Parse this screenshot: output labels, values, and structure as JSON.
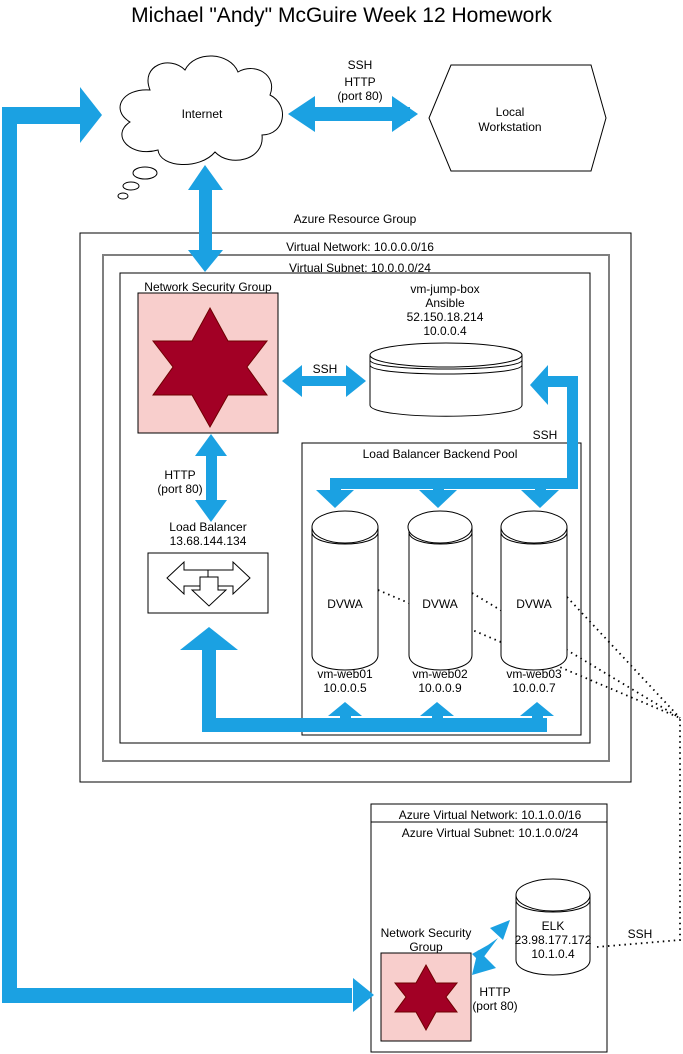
{
  "title": "Michael \"Andy\" McGuire Week 12 Homework",
  "internet": {
    "label": "Internet"
  },
  "workstation": {
    "label_line1": "Local",
    "label_line2": "Workstation"
  },
  "internet_link": {
    "line1": "SSH",
    "line2": "HTTP",
    "line3": "(port 80)"
  },
  "resource_group": {
    "label": "Azure Resource Group"
  },
  "vnet": {
    "label": "Virtual Network: 10.0.0.0/16"
  },
  "subnet": {
    "label": "Virtual Subnet: 10.0.0.0/24"
  },
  "nsg": {
    "label": "Network Security Group"
  },
  "jumpbox": {
    "line1": "vm-jump-box",
    "line2": "Ansible",
    "line3": "52.150.18.214",
    "line4": "10.0.0.4"
  },
  "nsg_jump_link": {
    "label": "SSH"
  },
  "jump_pool_link": {
    "label": "SSH"
  },
  "pool": {
    "label": "Load Balancer Backend Pool"
  },
  "nsg_lb_link": {
    "line1": "HTTP",
    "line2": "(port 80)"
  },
  "lb": {
    "line1": "Load Balancer",
    "line2": "13.68.144.134"
  },
  "webs": [
    {
      "app": "DVWA",
      "name": "vm-web01",
      "ip": "10.0.0.5"
    },
    {
      "app": "DVWA",
      "name": "vm-web02",
      "ip": "10.0.0.9"
    },
    {
      "app": "DVWA",
      "name": "vm-web03",
      "ip": "10.0.0.7"
    }
  ],
  "elk_vnet": {
    "label": "Azure Virtual Network: 10.1.0.0/16"
  },
  "elk_subnet": {
    "label": "Azure Virtual Subnet: 10.1.0.0/24"
  },
  "elk_nsg": {
    "line1": "Network Security",
    "line2": "Group"
  },
  "elk": {
    "line1": "ELK",
    "line2": "23.98.177.172",
    "line3": "10.1.0.4"
  },
  "elk_link": {
    "line1": "HTTP",
    "line2": "(port 80)"
  },
  "elk_ssh_link": {
    "label": "SSH"
  },
  "colors": {
    "arrow": "#1ba1e2",
    "nsg_fill": "#f8cecc",
    "nsg_star": "#a20025",
    "gray_border": "#7f7f7f"
  }
}
